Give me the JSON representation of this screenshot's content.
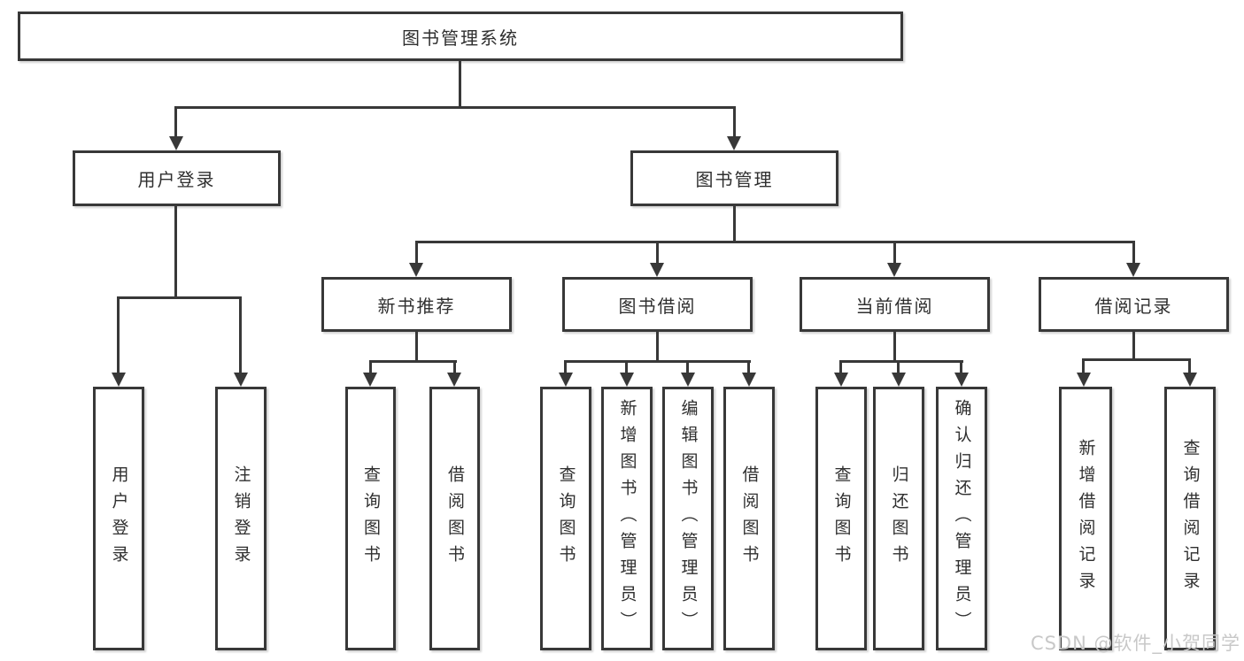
{
  "diagram": {
    "type": "hierarchy-tree",
    "title": "图书管理系统"
  },
  "tree": {
    "label": "图书管理系统",
    "children": [
      {
        "label": "用户登录",
        "children": [
          {
            "label": "用户登录"
          },
          {
            "label": "注销登录"
          }
        ]
      },
      {
        "label": "图书管理",
        "children": [
          {
            "label": "新书推荐",
            "children": [
              {
                "label": "查询图书"
              },
              {
                "label": "借阅图书"
              }
            ]
          },
          {
            "label": "图书借阅",
            "children": [
              {
                "label": "查询图书"
              },
              {
                "label": "新增图书（管理员）"
              },
              {
                "label": "编辑图书（管理员）"
              },
              {
                "label": "借阅图书"
              }
            ]
          },
          {
            "label": "当前借阅",
            "children": [
              {
                "label": "查询图书"
              },
              {
                "label": "归还图书"
              },
              {
                "label": "确认归还（管理员）"
              }
            ]
          },
          {
            "label": "借阅记录",
            "children": [
              {
                "label": "新增借阅记录"
              },
              {
                "label": "查询借阅记录"
              }
            ]
          }
        ]
      }
    ]
  },
  "watermark": "CSDN @软件_小贺同学",
  "colors": {
    "line": "#383838",
    "text": "#2f2f2f",
    "background": "#ffffff",
    "watermark": "#c8c8c8"
  }
}
